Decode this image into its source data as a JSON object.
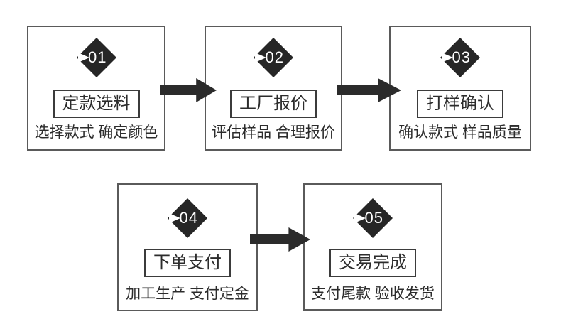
{
  "colors": {
    "background": "#ffffff",
    "box_border": "#5a5a5a",
    "title_border": "#3b3b3b",
    "diamond_fill": "#262626",
    "arrow_fill": "#2b2b2b",
    "text": "#2c2c2c",
    "number_text": "#ffffff"
  },
  "flow": {
    "steps": [
      {
        "number": "01",
        "title": "定款选料",
        "subtitle": "选择款式 确定颜色"
      },
      {
        "number": "02",
        "title": "工厂报价",
        "subtitle": "评估样品 合理报价"
      },
      {
        "number": "03",
        "title": "打样确认",
        "subtitle": "确认款式 样品质量"
      },
      {
        "number": "04",
        "title": "下单支付",
        "subtitle": "加工生产 支付定金"
      },
      {
        "number": "05",
        "title": "交易完成",
        "subtitle": "支付尾款 验收发货"
      }
    ]
  }
}
